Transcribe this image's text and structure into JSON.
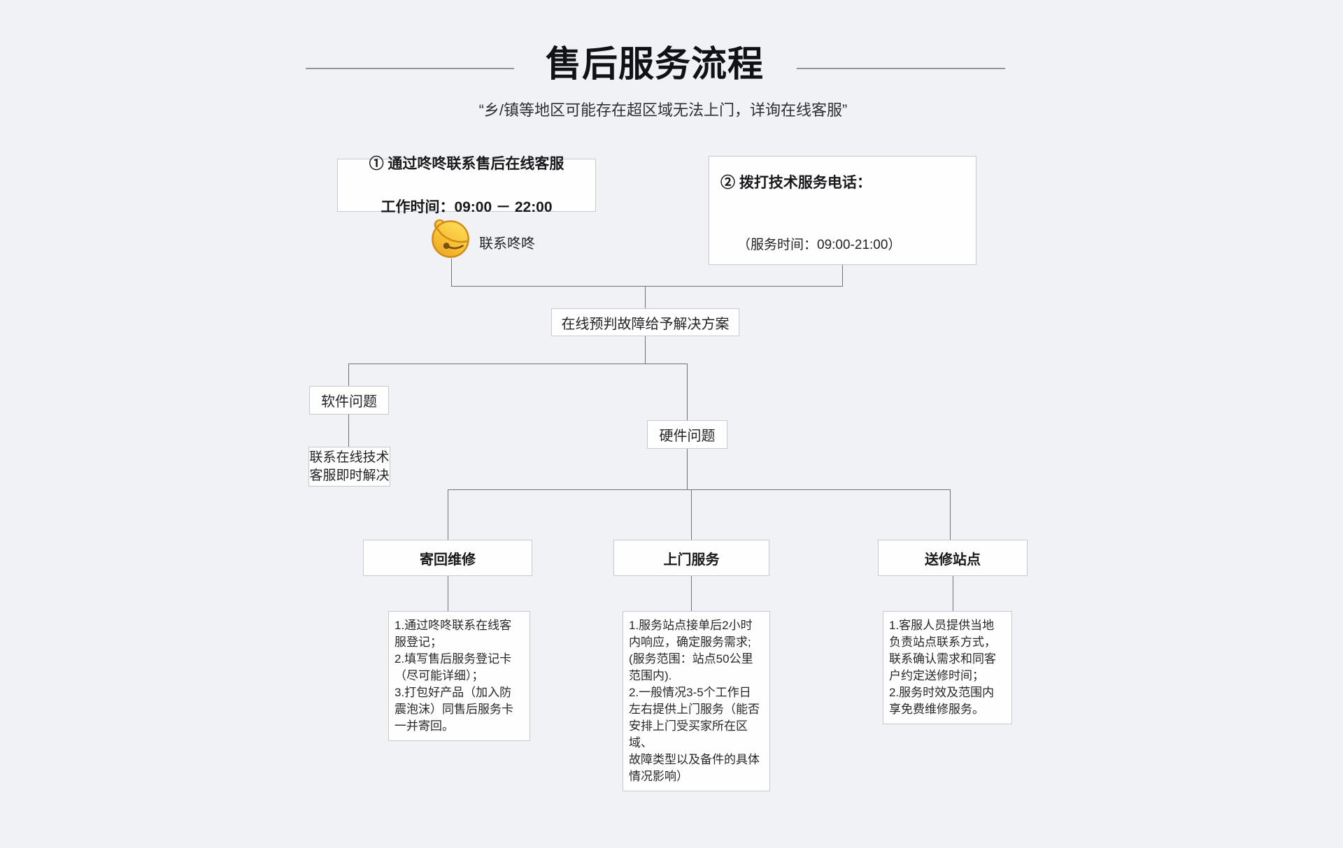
{
  "header": {
    "title": "售后服务流程",
    "subtitle": "“乡/镇等地区可能存在超区域无法上门，详询在线客服”"
  },
  "flow": {
    "contact_box": {
      "line1": "① 通过咚咚联系售后在线客服",
      "line2": "工作时间：09:00 － 22:00"
    },
    "dongdong": {
      "icon": "bell-icon",
      "label": "联系咚咚"
    },
    "phone_box": {
      "title": "② 拨打技术服务电话：",
      "hours": "（服务时间：09:00-21:00）"
    },
    "diagnose_box": {
      "label": "在线预判故障给予解决方案"
    },
    "software_box": {
      "label": "软件问题"
    },
    "software_solution_box": {
      "text": "联系在线技术\n客服即时解决"
    },
    "hardware_box": {
      "label": "硬件问题"
    },
    "branches": [
      {
        "label": "寄回维修",
        "detail": "1.通过咚咚联系在线客\n服登记；\n2.填写售后服务登记卡\n（尽可能详细）；\n3.打包好产品（加入防\n震泡沫）同售后服务卡\n一并寄回。"
      },
      {
        "label": "上门服务",
        "detail": "1.服务站点接单后2小时\n内响应，确定服务需求;\n(服务范围：站点50公里\n范围内).\n2.一般情况3-5个工作日\n左右提供上门服务（能否\n安排上门受买家所在区域、\n故障类型以及备件的具体\n情况影响）"
      },
      {
        "label": "送修站点",
        "detail": "1.客服人员提供当地\n负责站点联系方式，\n联系确认需求和同客\n户约定送修时间；\n2.服务时效及范围内\n享免费维修服务。"
      }
    ]
  },
  "colors": {
    "background": "#f1f2f6",
    "box_border": "#c6c9cf",
    "connector_line": "#717379",
    "title_rule": "#93959a",
    "bell_gold": "#f7c236",
    "bell_outline": "#d28a18",
    "bell_hole": "#7c4f0f",
    "text": "#1b1c1f"
  }
}
